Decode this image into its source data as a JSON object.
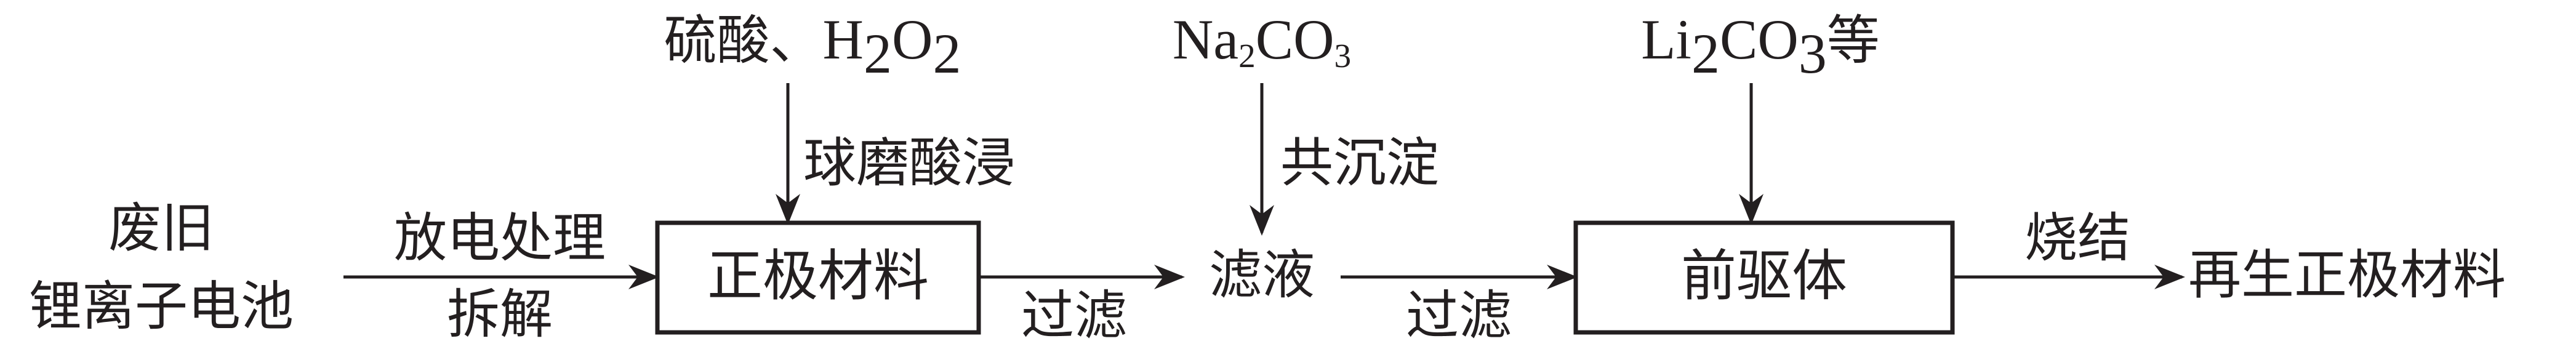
{
  "source": {
    "line1": "废旧",
    "line2": "锂离子电池"
  },
  "step1": {
    "top": "放电处理",
    "bottom": "拆解"
  },
  "box_cathode": "正极材料",
  "reagent1": {
    "text": "硫酸、",
    "formula_h": "H",
    "formula_h_sub": "2",
    "formula_o": "O",
    "formula_o_sub": "2"
  },
  "process1": "球磨酸浸",
  "filter1": "过滤",
  "filtrate": "滤液",
  "reagent2": {
    "na": "Na",
    "na_sub": "2",
    "co": "CO",
    "co_sub": "3"
  },
  "process2": "共沉淀",
  "filter2": "过滤",
  "box_precursor": "前驱体",
  "reagent3": {
    "li": "Li",
    "li_sub": "2",
    "co": "CO",
    "co_sub": "3",
    "suffix": "等"
  },
  "step_sinter": "烧结",
  "product": "再生正极材料"
}
